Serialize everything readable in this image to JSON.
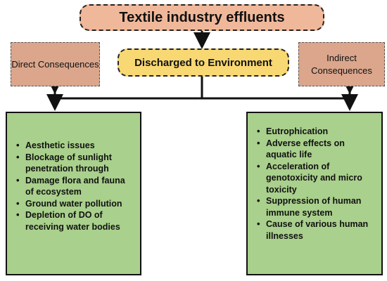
{
  "title": "Textile industry effluents",
  "center": "Discharged to Environment",
  "direct": {
    "heading": "Direct Consequences",
    "items": [
      "Aesthetic issues",
      "Blockage of sunlight penetration through",
      "Damage flora and fauna of ecosystem",
      "Ground water pollution",
      "Depletion of DO of receiving water bodies"
    ]
  },
  "indirect": {
    "heading": "Indirect Consequences",
    "items": [
      "Eutrophication",
      "Adverse effects on aquatic life",
      "Acceleration of genotoxicity and micro toxicity",
      "Suppression of human immune system",
      "Cause of various human illnesses"
    ]
  },
  "colors": {
    "title_fill": "#f0b89a",
    "center_fill": "#f8d873",
    "heading_fill": "#dba68c",
    "list_fill": "#a9d08c"
  }
}
